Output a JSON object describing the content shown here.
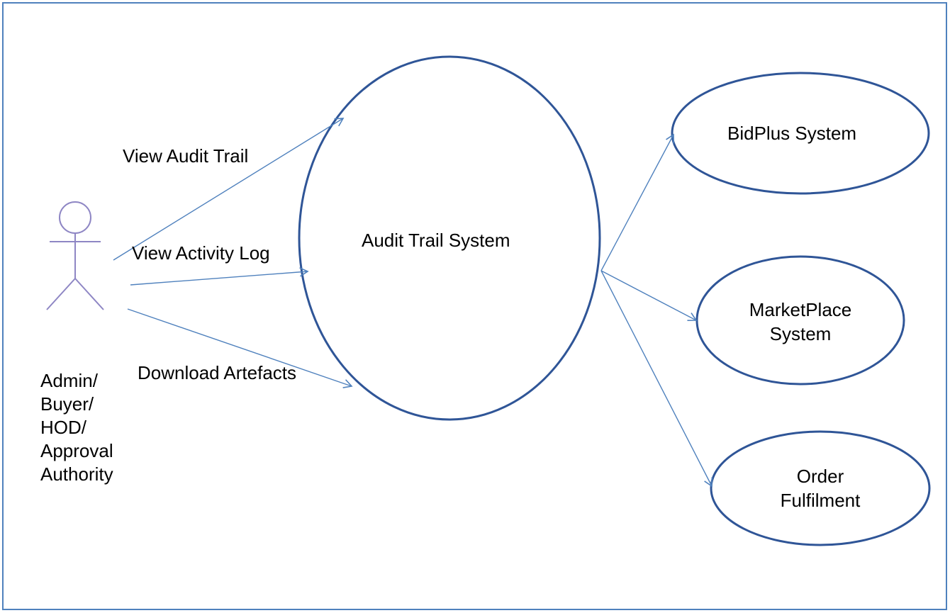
{
  "colors": {
    "border": "#4f81bd",
    "ellipse_stroke": "#2f5597",
    "arrow": "#4f81bd",
    "actor": "#8e86c4",
    "text": "#000000"
  },
  "actor": {
    "icon": "stick-figure-actor-icon",
    "name_lines": [
      "Admin/",
      "Buyer/",
      "HOD/",
      "Approval",
      "Authority"
    ]
  },
  "edges": {
    "view_audit_trail": "View Audit Trail",
    "view_activity_log": "View Activity Log",
    "download_artefacts": "Download Artefacts"
  },
  "nodes": {
    "audit_trail_system": "Audit Trail System",
    "bidplus_system": "BidPlus System",
    "marketplace_system_line1": "MarketPlace",
    "marketplace_system_line2": "System",
    "order_fulfilment_line1": "Order",
    "order_fulfilment_line2": "Fulfilment"
  }
}
